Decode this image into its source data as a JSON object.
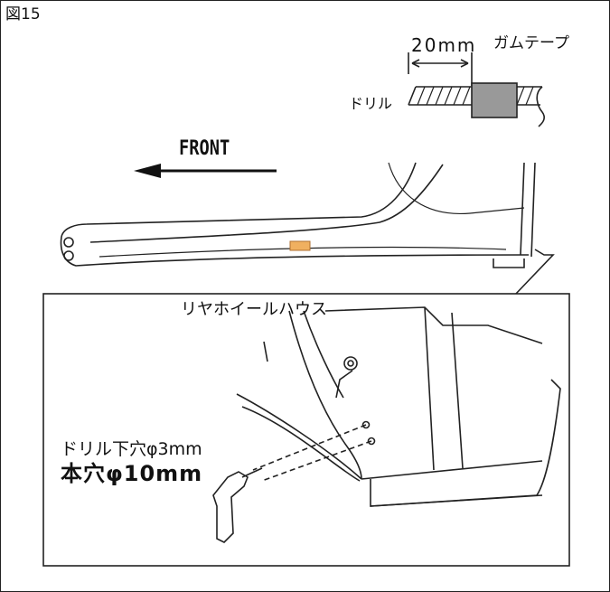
{
  "figure": {
    "label": "図15"
  },
  "drill_detail": {
    "width_label": "20mm",
    "tape_label": "ガムテープ",
    "drill_label": "ドリル"
  },
  "direction": {
    "label": "FRONT"
  },
  "inset": {
    "wheelhouse_label": "リヤホイールハウス",
    "pilot_hole_label": "ドリル下穴φ3mm",
    "main_hole_label": "本穴φ10mm"
  },
  "colors": {
    "tape": "#999999",
    "marker": "#f0b060",
    "line": "#222222"
  }
}
